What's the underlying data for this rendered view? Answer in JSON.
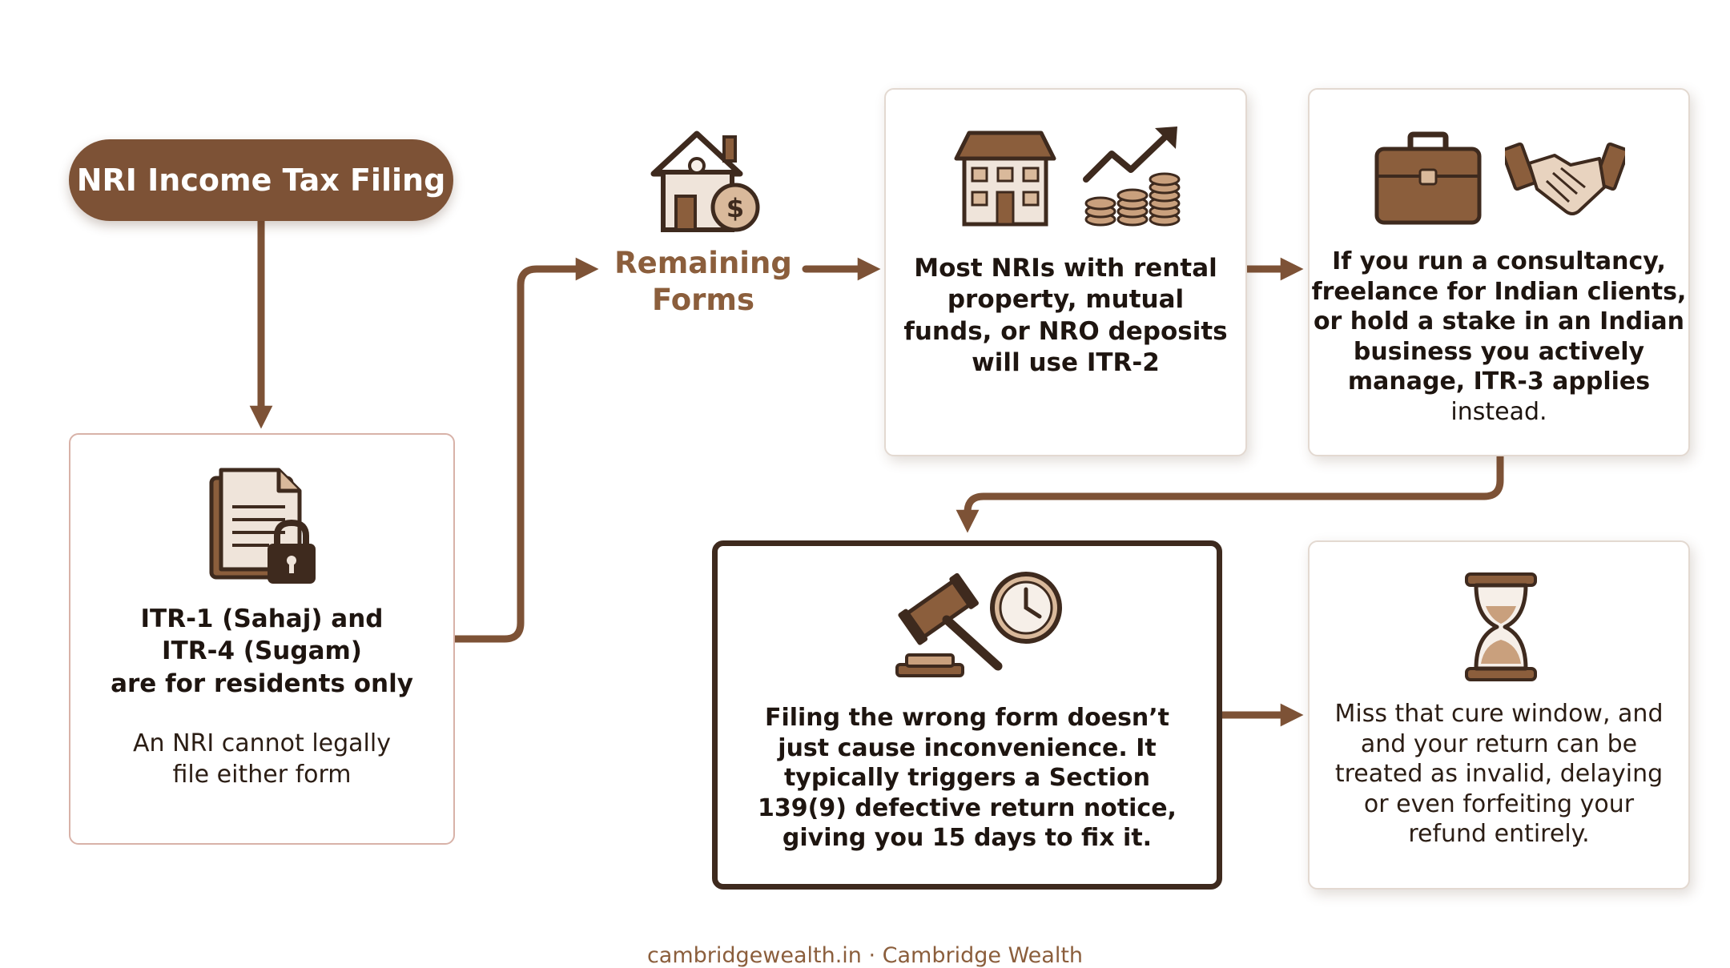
{
  "title": "NRI Income Tax Filing",
  "middle_label": [
    "Remaining",
    "Forms"
  ],
  "cards": {
    "residents": {
      "title_lines": [
        "ITR-1 (Sahaj) and",
        "ITR-4 (Sugam)",
        "are for residents only"
      ],
      "body_lines": [
        "An NRI cannot legally",
        "file either form"
      ],
      "icon": "locked-document-icon"
    },
    "itr2": {
      "lines": [
        "Most NRIs with rental",
        "property, mutual",
        "funds, or NRO deposits",
        "will use ITR-2"
      ],
      "icons": [
        "house-building-icon",
        "growth-coins-icon"
      ]
    },
    "itr3": {
      "bold_lines": [
        "If you run a consultancy,",
        "freelance for Indian clients,",
        "or hold a stake in an Indian",
        "business you actively",
        "manage, ITR-3 applies"
      ],
      "plain_lines": [
        "instead."
      ],
      "icons": [
        "briefcase-icon",
        "handshake-icon"
      ]
    },
    "wrong_form": {
      "lines": [
        "Filing the wrong form doesn’t",
        "just cause inconvenience. It",
        "typically triggers a Section",
        "139(9) defective return notice,",
        "giving you 15 days to fix it."
      ],
      "icons": [
        "gavel-icon",
        "clock-icon"
      ]
    },
    "cure_window": {
      "lines": [
        "Miss that cure window, and",
        "and your return can be",
        "treated as invalid, delaying",
        "or even forfeiting your",
        "refund entirely."
      ],
      "icon": "hourglass-icon"
    }
  },
  "remaining_icon": "house-dollar-icon",
  "footer": "cambridgewealth.in · Cambridge Wealth",
  "colors": {
    "accent": "#7d5236",
    "arrow": "#7d5236",
    "label": "#8b5e3c",
    "dark_border": "#3e2a1e"
  }
}
